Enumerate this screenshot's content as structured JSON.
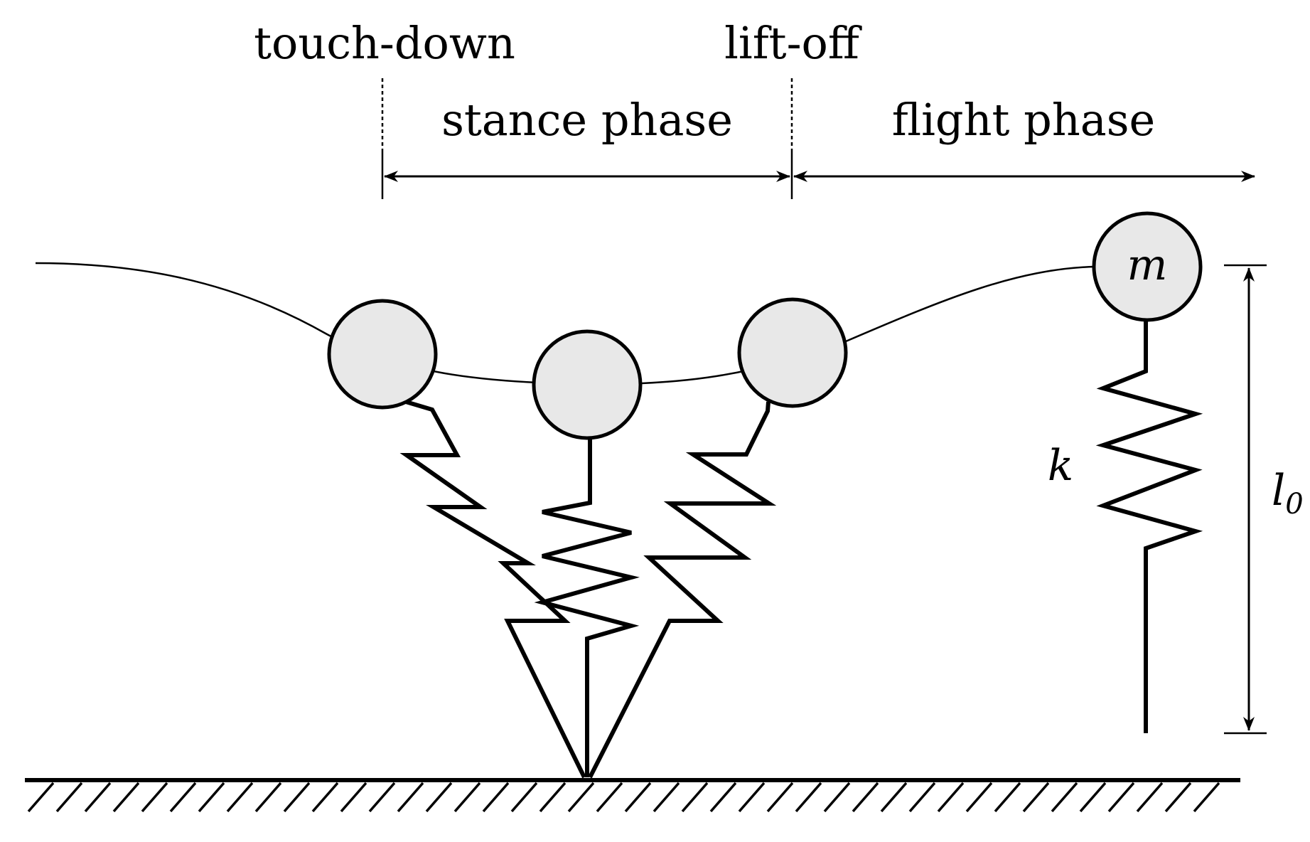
{
  "labels": {
    "touch_down": "touch-down",
    "lift_off": "lift-off",
    "stance_phase": "stance phase",
    "flight_phase": "flight phase",
    "mass": "m",
    "stiffness": "k",
    "rest_length": "l",
    "rest_length_subscript": "0"
  },
  "colors": {
    "mass_fill": "#e8e8e8",
    "stroke": "#000000"
  }
}
